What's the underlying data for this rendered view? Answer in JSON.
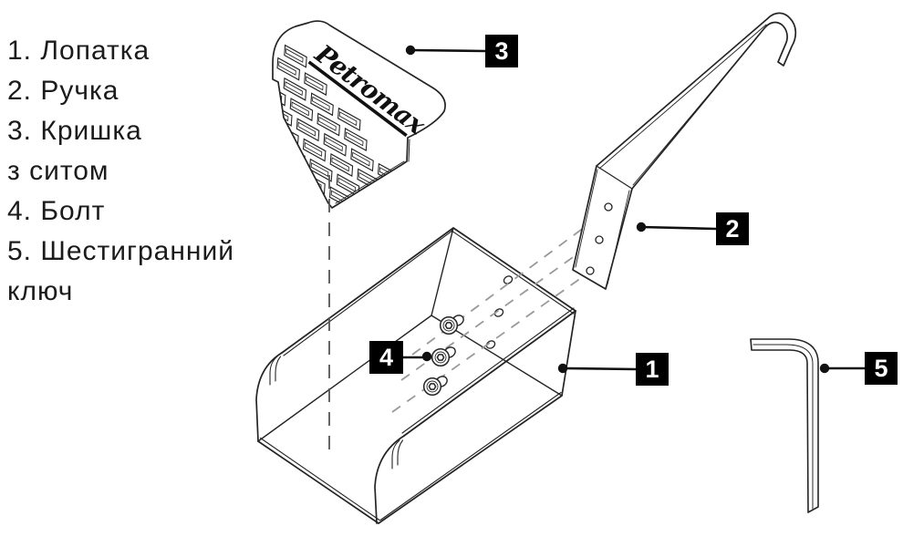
{
  "parts_list": {
    "lines": [
      "1. Лопатка",
      "2. Ручка",
      "3. Кришка",
      "з ситом",
      "4. Болт",
      "5. Шестигранний",
      "ключ"
    ]
  },
  "badges": [
    {
      "number": "1"
    },
    {
      "number": "2"
    },
    {
      "number": "3"
    },
    {
      "number": "4"
    },
    {
      "number": "5"
    }
  ],
  "lid": {
    "logo_text": "Petromax"
  },
  "colors": {
    "line": "#242424",
    "badge_background": "#000000",
    "badge_number": "#ffffff",
    "dashed_guide": "#999999",
    "assembly_axis": "#555555"
  }
}
